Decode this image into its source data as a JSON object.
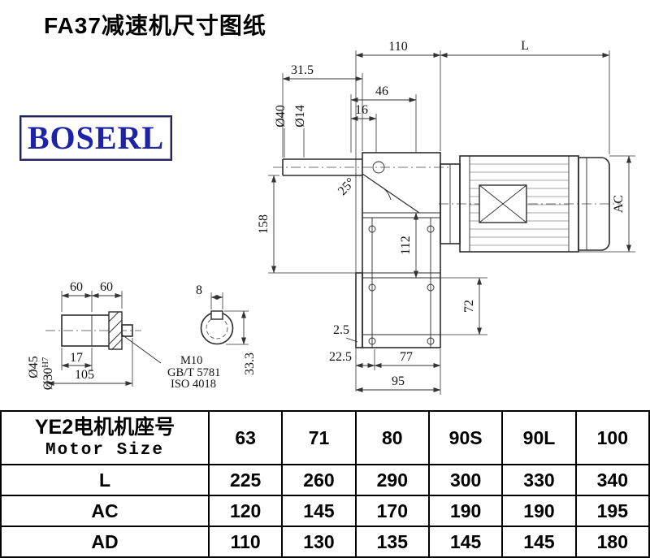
{
  "page": {
    "title": "FA37减速机尺寸图纸"
  },
  "logo": {
    "text": "BOSERL"
  },
  "drawing": {
    "dims": {
      "d110": "110",
      "L": "L",
      "d31_5": "31.5",
      "d46": "46",
      "d16": "16",
      "dia40": "Ø40",
      "dia14": "Ø14",
      "angle25": "25°",
      "d158": "158",
      "d112": "112",
      "AC": "AC",
      "d72": "72",
      "d2_5": "2.5",
      "d22_5": "22.5",
      "d77": "77",
      "d95": "95",
      "d60a": "60",
      "d60b": "60",
      "d17": "17",
      "d105": "105",
      "dia45": "Ø45",
      "dia30": "Ø30",
      "dia30_tol": "H7",
      "m10": "M10",
      "gb": "GB/T 5781",
      "iso": "ISO 4018",
      "d8": "8",
      "d33_3": "33.3"
    }
  },
  "table": {
    "header": {
      "line1": "YE2电机机座号",
      "line2": "Motor Size"
    },
    "columns": [
      "63",
      "71",
      "80",
      "90S",
      "90L",
      "100"
    ],
    "rows": [
      {
        "label": "L",
        "values": [
          "225",
          "260",
          "290",
          "300",
          "330",
          "340"
        ]
      },
      {
        "label": "AC",
        "values": [
          "120",
          "145",
          "170",
          "190",
          "190",
          "195"
        ]
      },
      {
        "label": "AD",
        "values": [
          "110",
          "130",
          "135",
          "145",
          "145",
          "180"
        ]
      }
    ]
  }
}
